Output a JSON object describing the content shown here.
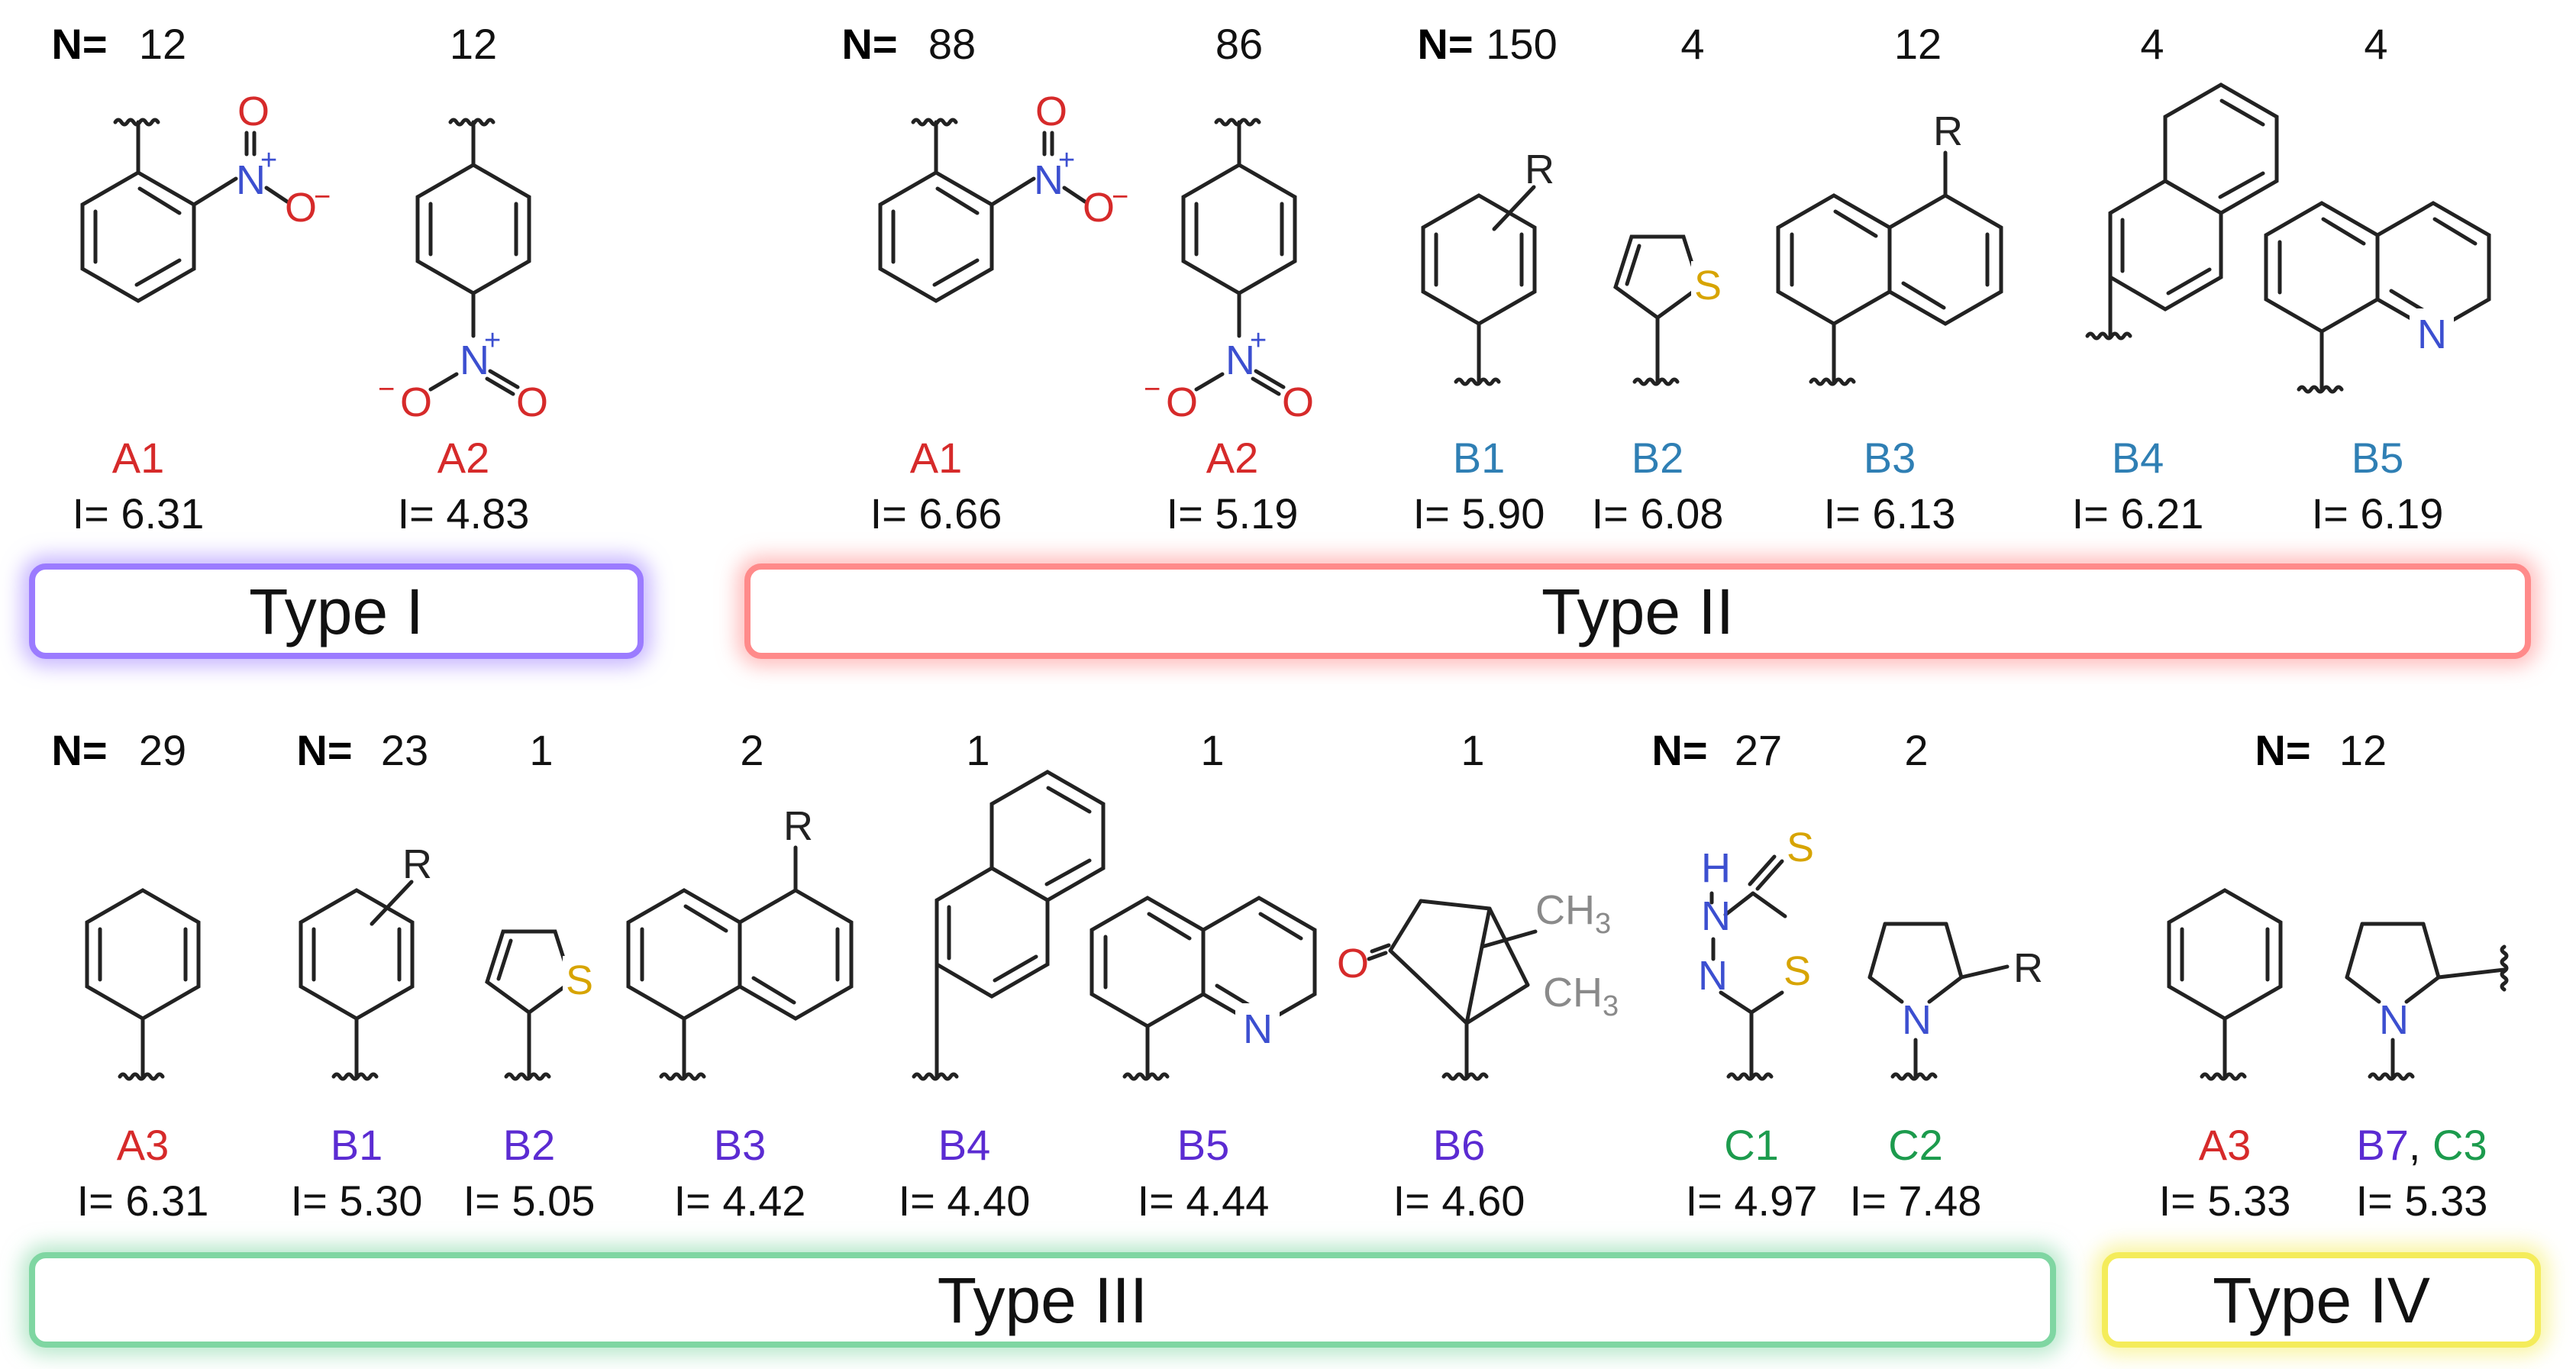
{
  "colors": {
    "nitro_red": "#d62a2a",
    "nitrogen_blue": "#3c4fd0",
    "sulfur_gold": "#d7a400",
    "type1_border": "#9b7bff",
    "type2_border": "#ff8a8a",
    "type3_border": "#7fd6a2",
    "type4_border": "#f4ec5a",
    "b_teal": "#2f7fb4",
    "b_purple": "#5b2bd2",
    "c_green": "#1c9b4d",
    "carbonyl_red": "#d62a2a",
    "methyl_gray": "#8a8a8a"
  },
  "n_prefix": "N=",
  "i_prefix": "I=",
  "row1": {
    "items": [
      {
        "count_prefix": "N=",
        "count": "12",
        "code": "A1",
        "i": "I= 6.31",
        "structure": "ortho-nitrophenyl"
      },
      {
        "count": "12",
        "code": "A2",
        "i": "I= 4.83",
        "structure": "para-nitrophenyl"
      },
      {
        "count_prefix": "N=",
        "count": "88",
        "code": "A1",
        "i": "I= 6.66",
        "structure": "ortho-nitrophenyl"
      },
      {
        "count": "86",
        "code": "A2",
        "i": "I= 5.19",
        "structure": "para-nitrophenyl"
      },
      {
        "count_prefix": "N=",
        "count": "150",
        "code": "B1",
        "i": "I= 5.90",
        "structure": "substituted-phenyl"
      },
      {
        "count": "4",
        "code": "B2",
        "i": "I= 6.08",
        "structure": "thiophen-2-yl"
      },
      {
        "count": "12",
        "code": "B3",
        "i": "I= 6.13",
        "structure": "substituted-naphthyl"
      },
      {
        "count": "4",
        "code": "B4",
        "i": "I= 6.21",
        "structure": "2-naphthyl"
      },
      {
        "count": "4",
        "code": "B5",
        "i": "I= 6.19",
        "structure": "quinolin-8-yl"
      }
    ]
  },
  "row2": {
    "items": [
      {
        "count_prefix": "N=",
        "count": "29",
        "code": "A3",
        "i": "I= 6.31",
        "structure": "phenyl"
      },
      {
        "count_prefix": "N=",
        "count": "23",
        "code": "B1",
        "i": "I= 5.30",
        "structure": "substituted-phenyl"
      },
      {
        "count": "1",
        "code": "B2",
        "i": "I= 5.05",
        "structure": "thiophen-2-yl"
      },
      {
        "count": "2",
        "code": "B3",
        "i": "I= 4.42",
        "structure": "substituted-naphthyl"
      },
      {
        "count": "1",
        "code": "B4",
        "i": "I= 4.40",
        "structure": "2-naphthyl"
      },
      {
        "count": "1",
        "code": "B5",
        "i": "I= 4.44",
        "structure": "quinolin-8-yl"
      },
      {
        "count": "1",
        "code": "B6",
        "i": "I= 4.60",
        "structure": "camphor"
      },
      {
        "count_prefix": "N=",
        "count": "27",
        "code": "C1",
        "i": "I= 4.97",
        "structure": "thiadiazole-thione"
      },
      {
        "count": "2",
        "code": "C2",
        "i": "I= 7.48",
        "structure": "pyrrolidin-1-yl"
      },
      {
        "count_prefix": "N=",
        "count": "12",
        "code": "A3",
        "i": "I= 5.33",
        "structure": "phenyl"
      },
      {
        "code_a": "B7",
        "code_sep": ", ",
        "code_b": "C3",
        "i": "I= 5.33",
        "structure": "pyrrolidine-2-yl"
      }
    ]
  },
  "atoms": {
    "O": "O",
    "N": "N",
    "S": "S",
    "R": "R",
    "H": "H",
    "plus": "+",
    "minus": "−",
    "ch3": "CH",
    "ch3_sub": "3"
  },
  "types": {
    "type1": "Type I",
    "type2": "Type II",
    "type3": "Type III",
    "type4": "Type IV"
  }
}
